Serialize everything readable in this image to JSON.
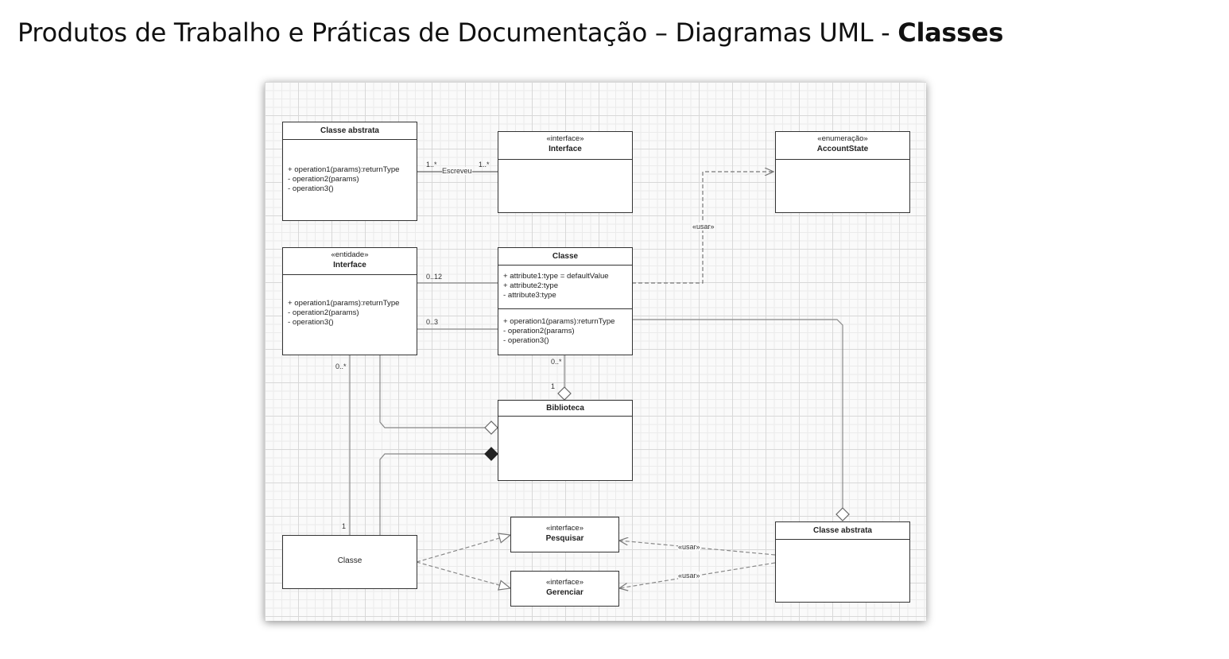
{
  "slide": {
    "title_prefix": "Produtos de Trabalho e Práticas de Documentação – Diagramas UML - ",
    "title_bold": "Classes"
  },
  "diagram": {
    "classes": {
      "abstract_top": {
        "name": "Classe abstrata",
        "operations": [
          "+ operation1(params):returnType",
          "- operation2(params)",
          "- operation3()"
        ]
      },
      "interface_top": {
        "stereotype": "«interface»",
        "name": "Interface"
      },
      "enum": {
        "stereotype": "«enumeração»",
        "name": "AccountState"
      },
      "entity": {
        "stereotype": "«entidade»",
        "name": "Interface",
        "operations": [
          "+ operation1(params):returnType",
          "- operation2(params)",
          "- operation3()"
        ]
      },
      "main_class": {
        "name": "Classe",
        "attributes": [
          "+ attribute1:type = defaultValue",
          "+ attribute2:type",
          "- attribute3:type"
        ],
        "operations": [
          "+ operation1(params):returnType",
          "- operation2(params)",
          "- operation3()"
        ]
      },
      "library": {
        "name": "Biblioteca"
      },
      "bottom_class": {
        "name": "Classe"
      },
      "pesquisar": {
        "stereotype": "«interface»",
        "name": "Pesquisar"
      },
      "gerenciar": {
        "stereotype": "«interface»",
        "name": "Gerenciar"
      },
      "abstract_bottom": {
        "name": "Classe abstrata"
      }
    },
    "labels": {
      "assoc_left_mult": "1..*",
      "assoc_right_mult": "1..*",
      "assoc_name": "Escreveu",
      "usar_enum": "«usar»",
      "mult_012": "0..12",
      "mult_03": "0..3",
      "mult_main_bottom": "0..*",
      "mult_lib_top": "1",
      "mult_entity_bottom": "0..*",
      "mult_bottom_class_top": "1",
      "usar_pesquisar": "«usar»",
      "usar_gerenciar": "«usar»"
    }
  }
}
